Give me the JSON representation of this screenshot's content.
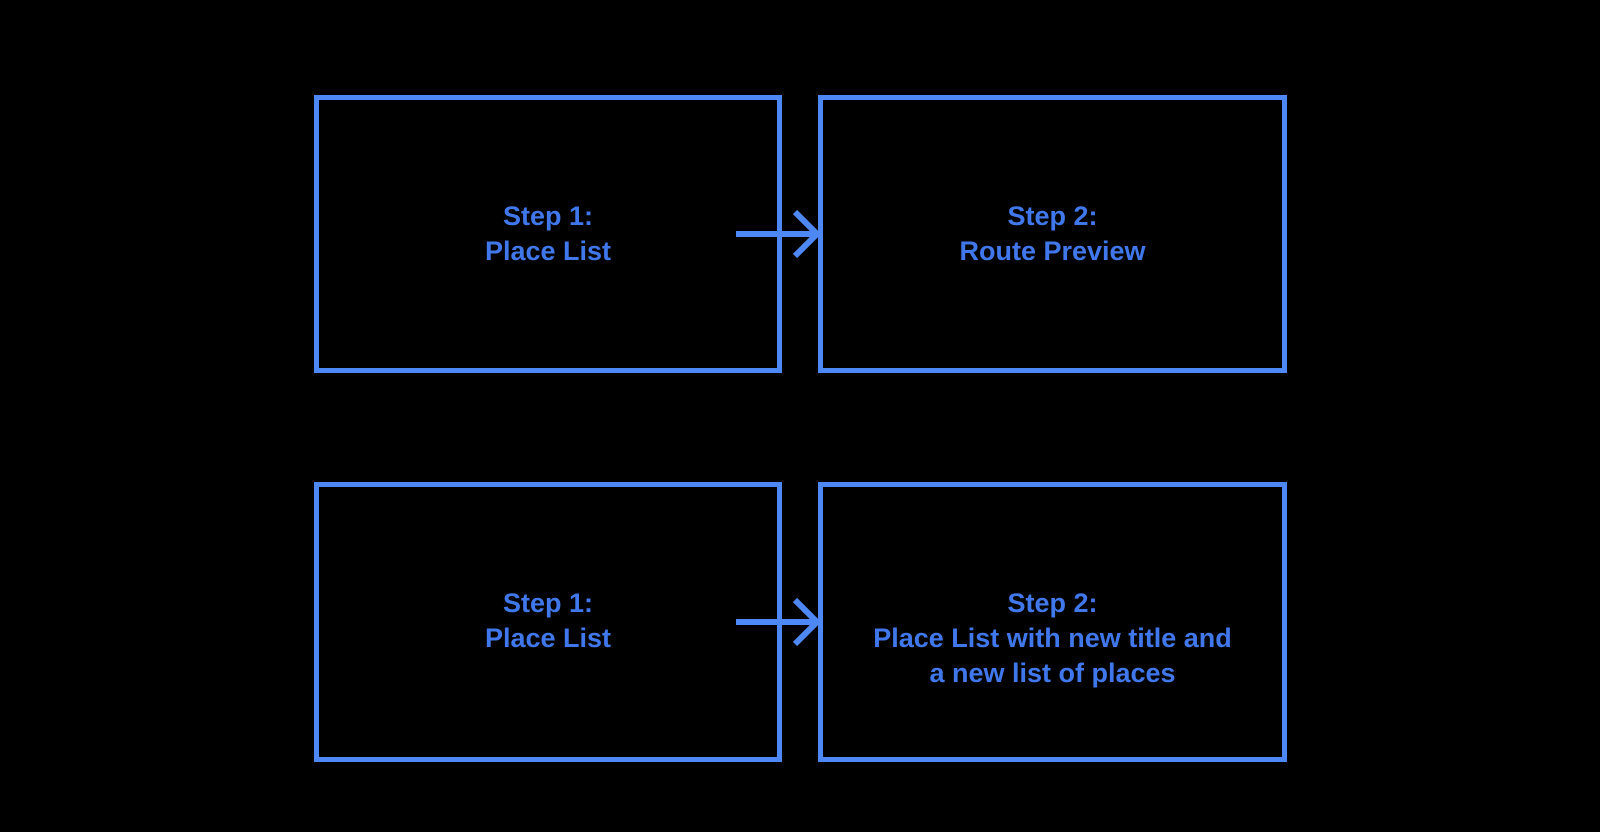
{
  "colors": {
    "background": "#000000",
    "box_border": "#4d88f4",
    "label_text": "#4078ec",
    "arrow": "#4d88f4"
  },
  "diagram": {
    "type": "flowchart",
    "rows": [
      {
        "source": {
          "lines": [
            "Step 1:",
            "Place List"
          ]
        },
        "connector": "right-arrow",
        "target": {
          "lines": [
            "Step 2:",
            "Route Preview"
          ]
        }
      },
      {
        "source": {
          "lines": [
            "Step 1:",
            "Place List"
          ]
        },
        "connector": "right-arrow",
        "target": {
          "lines": [
            "Step 2:",
            "Place List with new title and",
            "a new list of places"
          ]
        }
      }
    ]
  }
}
